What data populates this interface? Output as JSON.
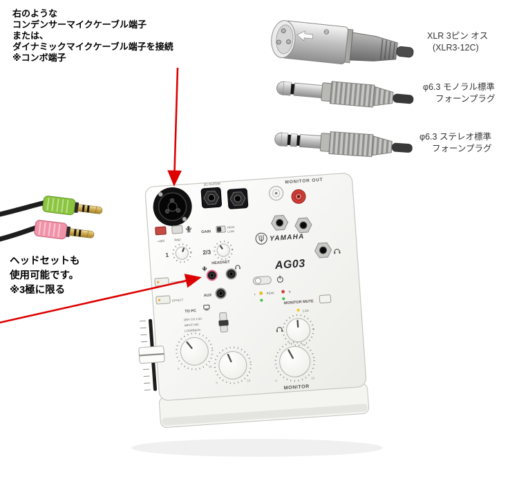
{
  "colors": {
    "arrow_red": "#dd0000",
    "plug_green": "#8bc53f",
    "plug_pink": "#f193a8",
    "rca_red": "#cf3a34",
    "phantom_red": "#c44a42"
  },
  "annotations": {
    "mic_note": {
      "line1": "右のような",
      "line2": "コンデンサーマイクケーブル端子",
      "line3": "または、",
      "line4": "ダイナミックマイクケーブル端子を接続",
      "line5": "※コンボ端子"
    },
    "headset_note": {
      "line1": "ヘッドセットも",
      "line2": "使用可能です。",
      "line3": "※3極に限る"
    }
  },
  "connector_labels": {
    "xlr_line1": "XLR 3ピン オス",
    "xlr_line2": "(XLR3-12C)",
    "mono_line1": "φ6.3 モノラル標準",
    "mono_line2": "フォーンプラグ",
    "stereo_line1": "φ6.3 ステレオ標準",
    "stereo_line2": "フォーンプラグ"
  },
  "mixer": {
    "brand": "YAMAHA",
    "model": "AG03",
    "labels": {
      "guitar": "2G GUITAR",
      "monitor_out": "MONITOR OUT",
      "phantom": "+48V",
      "pad": "PAD",
      "gain": "GAIN",
      "high": "HIGH",
      "low": "LOW",
      "ch1": "1",
      "ch23": "2/3",
      "comp_eq": "COMP/EQ",
      "effect": "EFFECT",
      "headset": "HEADSET",
      "aux": "AUX",
      "to_pc": "TO PC",
      "to_pc_opt1": "DRY CH 1-2G",
      "to_pc_opt2": "INPUT MIX",
      "to_pc_opt3": "LOOPBACK",
      "led_l": "L",
      "peak": "PEAK",
      "led_r": "R",
      "monitor_mute": "MONITOR MUTE",
      "ch_12g": "1-2G",
      "monitor": "MONITOR",
      "scale_min": "0",
      "scale_max": "10"
    }
  }
}
